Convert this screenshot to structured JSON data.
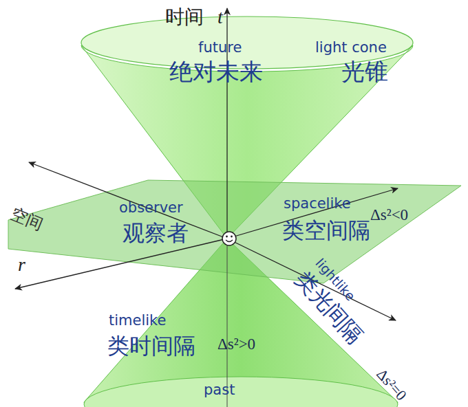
{
  "diagram": {
    "labels": [
      "时间",
      "t",
      "future",
      "light cone",
      "绝对未来",
      "光锥",
      "observer",
      "spacelike",
      "观察者",
      "类空间隔",
      "Δs²<0",
      "空间",
      "r",
      "lightlike",
      "类光间隔",
      "timelike",
      "类时间隔",
      "Δs²>0",
      "past",
      "Δs²=0"
    ]
  }
}
